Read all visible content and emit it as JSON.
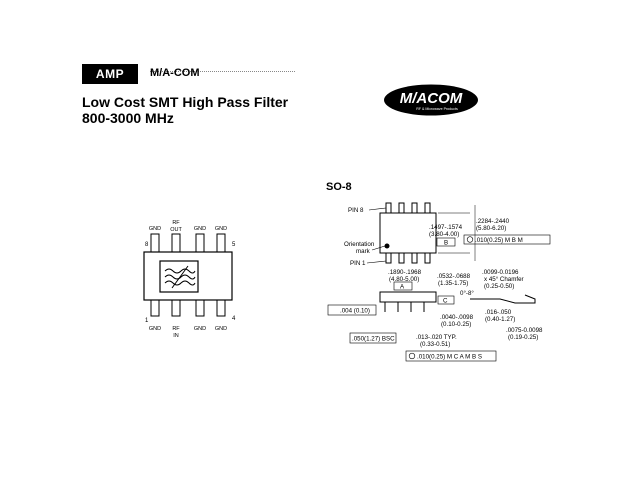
{
  "header": {
    "amp_logo": "AMP",
    "company": "M/A-COM",
    "title_line1": "Low Cost SMT High Pass Filter",
    "title_line2": "800-3000 MHz",
    "logo_text": "M/ACOM",
    "logo_subtext": "RF & Microwave Products"
  },
  "pinout": {
    "pin8": "8",
    "pin5": "5",
    "pin1": "1",
    "pin4": "4",
    "top_labels": [
      "GND",
      "RF\nOUT",
      "GND",
      "GND"
    ],
    "bottom_labels": [
      "GND",
      "RF\nIN",
      "GND",
      "GND"
    ]
  },
  "package": {
    "name": "SO-8",
    "pin8_label": "PIN 8",
    "pin1_label": "PIN 1",
    "orientation_label1": "Orientation",
    "orientation_label2": "mark",
    "dim_width_in": ".1497-.1574",
    "dim_width_mm": "(3.80-4.00)",
    "dim_B": "B",
    "dim_span_in": ".2284-.2440",
    "dim_span_mm": "(5.80-6.20)",
    "tol_top": ".010(0.25) M B M",
    "dim_len_in": ".1890-.1968",
    "dim_len_mm": "(4.80-5.00)",
    "dim_A": "A",
    "dim_h_in": ".0532-.0688",
    "dim_h_mm": "(1.35-1.75)",
    "dim_C": "C",
    "dim_standoff_in": ".0040-.0098",
    "dim_standoff_mm": "(0.10-0.25)",
    "chamfer_in": ".0099-0.0196",
    "chamfer_note": "x 45° Chamfer",
    "chamfer_mm": "(0.25-0.50)",
    "angle": "0°-8°",
    "foot_in": ".016-.050",
    "foot_mm": "(0.40-1.27)",
    "lead_t_in": ".0075-0.0098",
    "lead_t_mm": "(0.19-0.25)",
    "flatness": ".004 (0.10)",
    "pitch": ".050(1.27) BSC",
    "lead_w_in": ".013-.020 TYP.",
    "lead_w_mm": "(0.33-0.51)",
    "tol_bottom": ".010(0.25) M C A M B S"
  }
}
